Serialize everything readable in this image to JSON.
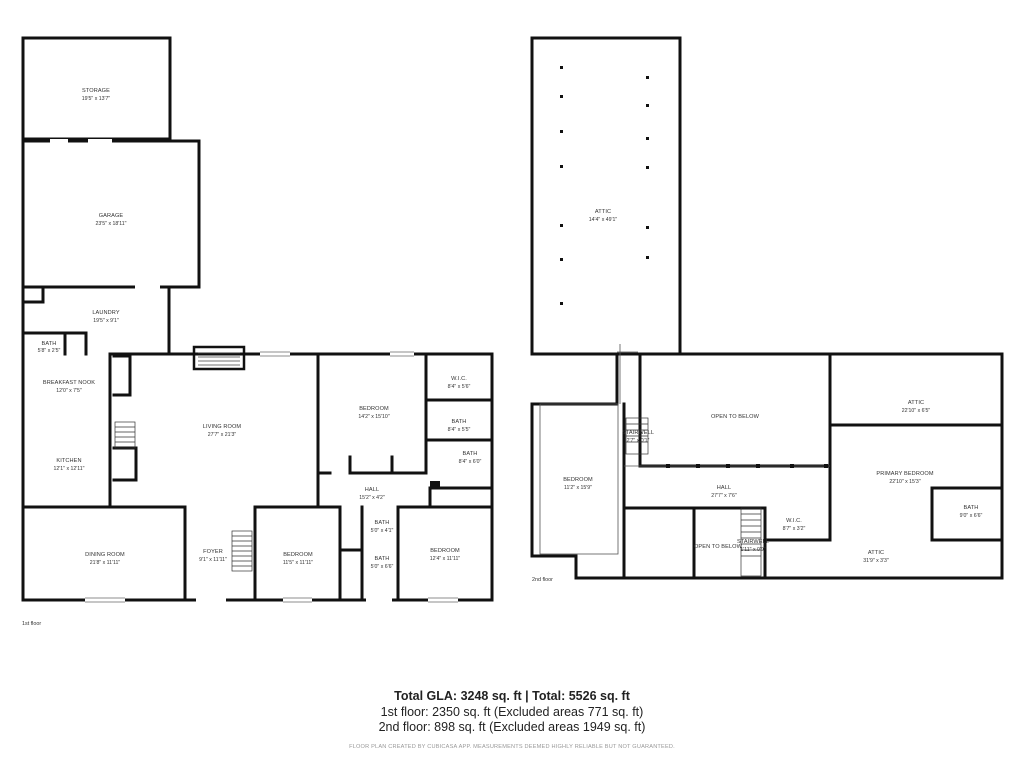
{
  "floor_labels": {
    "first": "1st floor",
    "second": "2nd floor"
  },
  "rooms": {
    "storage": {
      "name": "STORAGE",
      "dim": "19'5\" x 13'7\""
    },
    "garage": {
      "name": "GARAGE",
      "dim": "23'5\" x 18'11\""
    },
    "laundry": {
      "name": "LAUNDRY",
      "dim": "19'5\" x 9'1\""
    },
    "bath_small": {
      "name": "BATH",
      "dim": "5'8\" x 2'5\""
    },
    "breakfast_nook": {
      "name": "BREAKFAST NOOK",
      "dim": "12'0\" x 7'5\""
    },
    "kitchen": {
      "name": "KITCHEN",
      "dim": "12'1\" x 12'11\""
    },
    "living_room": {
      "name": "LIVING ROOM",
      "dim": "27'7\" x 21'3\""
    },
    "bedroom_1": {
      "name": "BEDROOM",
      "dim": "14'2\" x 15'10\""
    },
    "wic_1": {
      "name": "W.I.C.",
      "dim": "8'4\" x 5'6\""
    },
    "bath_1": {
      "name": "BATH",
      "dim": "8'4\" x 5'5\""
    },
    "bath_2": {
      "name": "BATH",
      "dim": "8'4\" x 6'0\""
    },
    "hall_1": {
      "name": "HALL",
      "dim": "15'2\" x 4'2\""
    },
    "dining_room": {
      "name": "DINING ROOM",
      "dim": "21'8\" x 11'11\""
    },
    "foyer": {
      "name": "FOYER",
      "dim": "9'1\" x 11'11\""
    },
    "bedroom_2": {
      "name": "BEDROOM",
      "dim": "11'5\" x 11'11\""
    },
    "bath_3": {
      "name": "BATH",
      "dim": "5'0\" x 4'1\""
    },
    "bath_4": {
      "name": "BATH",
      "dim": "5'0\" x 6'6\""
    },
    "bedroom_3": {
      "name": "BEDROOM",
      "dim": "12'4\" x 11'11\""
    },
    "attic_long": {
      "name": "ATTIC",
      "dim": "14'4\" x 49'1\""
    },
    "open_below_1": {
      "name": "OPEN TO BELOW",
      "dim": ""
    },
    "stairwell_1": {
      "name": "STAIRWELL",
      "dim": "2'7\" x 0'1\""
    },
    "attic_2": {
      "name": "ATTIC",
      "dim": "22'10\" x 6'5\""
    },
    "primary_bedroom": {
      "name": "PRIMARY BEDROOM",
      "dim": "22'10\" x 15'3\""
    },
    "bedroom_up": {
      "name": "BEDROOM",
      "dim": "11'2\" x 15'9\""
    },
    "hall_2": {
      "name": "HALL",
      "dim": "27'7\" x 7'6\""
    },
    "bath_up": {
      "name": "BATH",
      "dim": "9'0\" x 6'6\""
    },
    "wic_2": {
      "name": "W.I.C.",
      "dim": "8'7\" x 3'2\""
    },
    "open_below_2": {
      "name": "OPEN TO BELOW",
      "dim": ""
    },
    "stairwell_2": {
      "name": "STAIRWELL",
      "dim": "1'11\" x 0'9\""
    },
    "attic_3": {
      "name": "ATTIC",
      "dim": "31'9\" x 3'3\""
    }
  },
  "summary": {
    "total": "Total GLA: 3248 sq. ft | Total: 5526 sq. ft",
    "first_floor": "1st floor: 2350 sq. ft (Excluded areas 771 sq. ft)",
    "second_floor": "2nd floor: 898 sq. ft (Excluded areas 1949 sq. ft)"
  },
  "disclaimer": "FLOOR PLAN CREATED BY CUBICASA APP. MEASUREMENTS DEEMED HIGHLY RELIABLE BUT NOT GUARANTEED.",
  "colors": {
    "wall": "#111111",
    "background": "#ffffff",
    "thin_line": "#555555"
  }
}
